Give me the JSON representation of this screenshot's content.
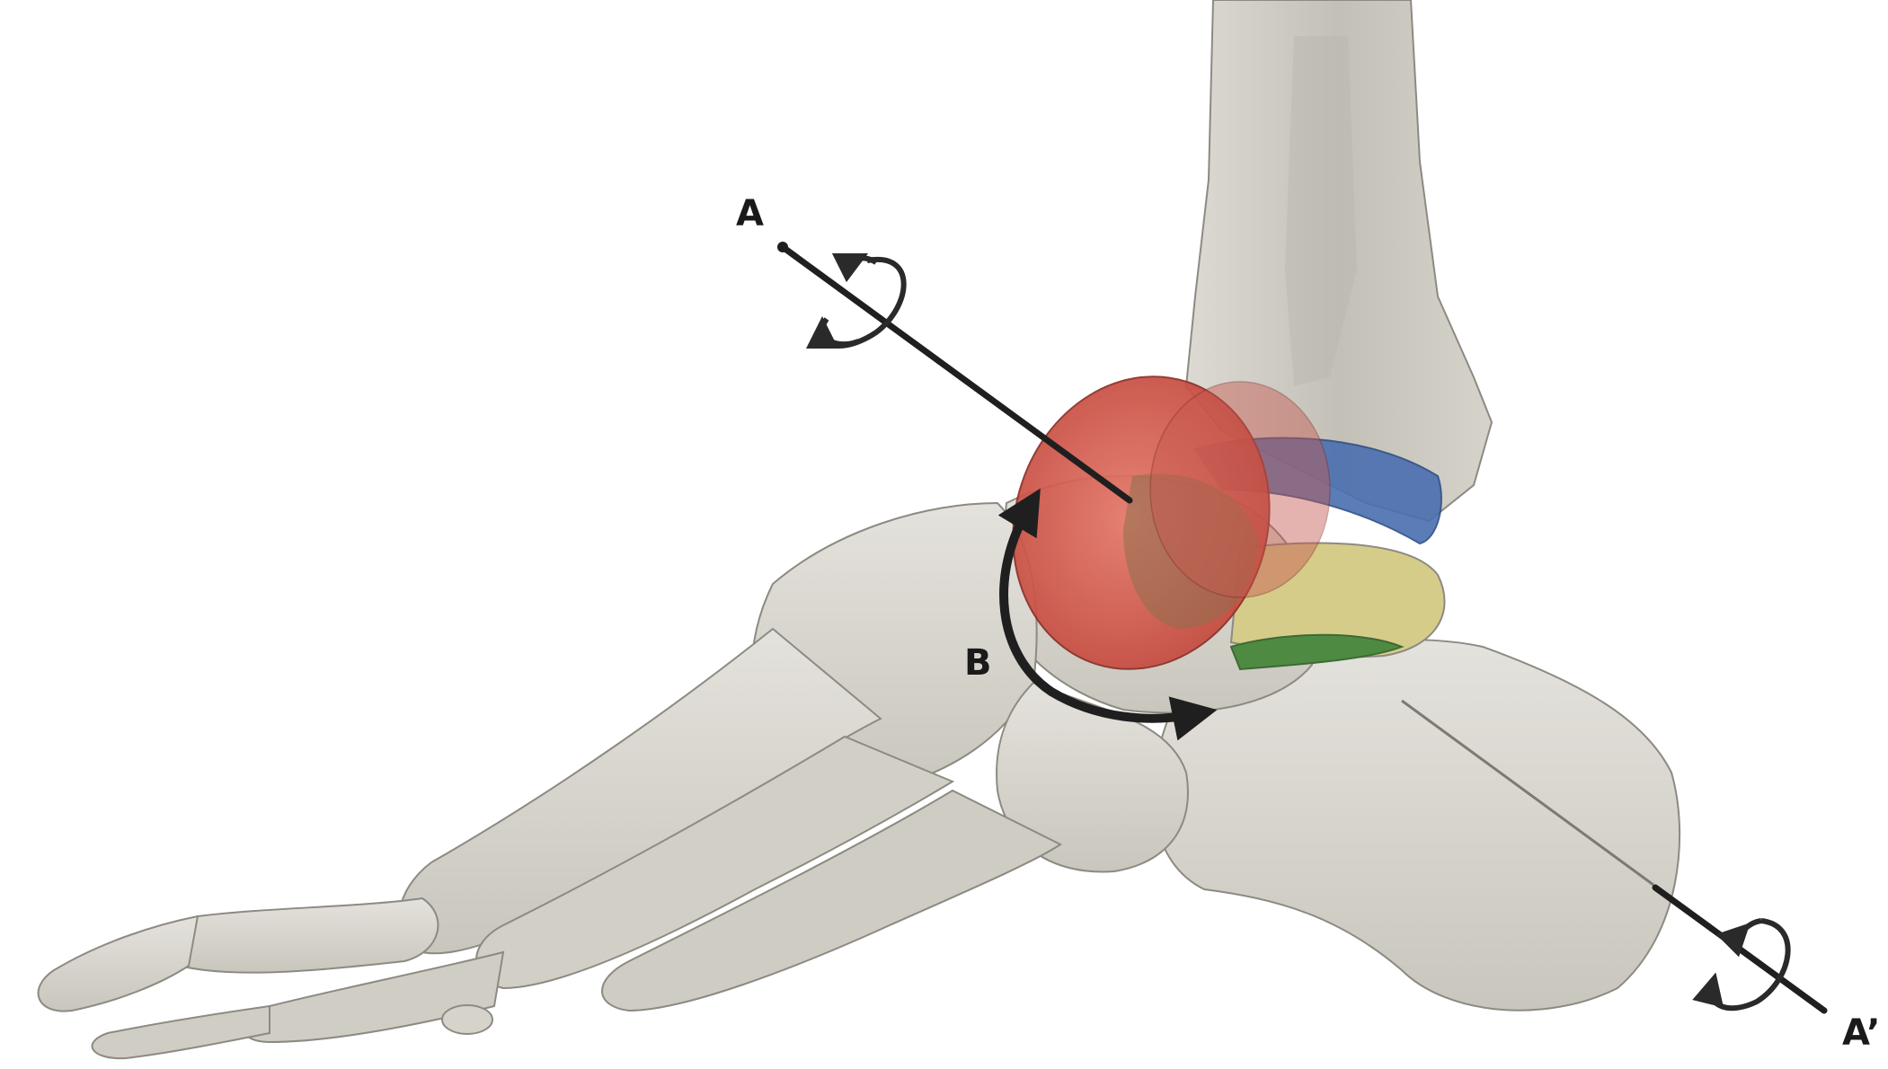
{
  "labels": {
    "axis_start": "A",
    "axis_end": "A’",
    "rotation_arc": "B"
  },
  "colors": {
    "background": "#ffffff",
    "bone": "#d8d6cf",
    "bone_shadow": "#b9b6ad",
    "bone_outline": "#8c8a82",
    "head_red": "#d8574a",
    "head_dark": "#a33d34",
    "facet_blue": "#4a6fb0",
    "facet_yellow": "#d6cc8a",
    "facet_green": "#4f8a43",
    "axis_line": "#1f1f1f"
  },
  "icons": {
    "axis_top_rotation": "rotation-arrow-icon",
    "axis_bottom_rotation": "rotation-arrow-icon",
    "arc_arrow": "double-headed-curved-arrow-icon"
  }
}
